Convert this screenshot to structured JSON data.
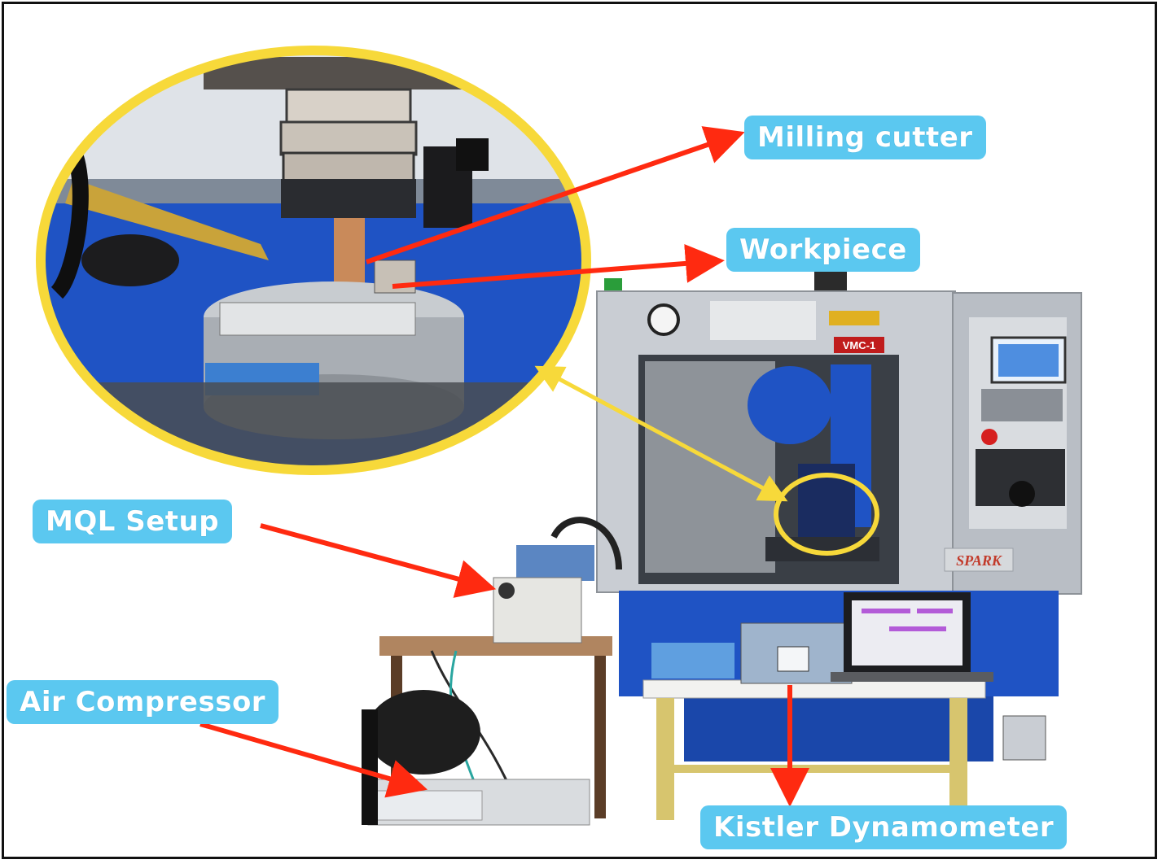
{
  "callouts": {
    "milling_cutter": "Milling cutter",
    "workpiece": "Workpiece",
    "mql_setup": "MQL Setup",
    "air_compressor": "Air Compressor",
    "kistler_dynamometer": "Kistler Dynamometer"
  },
  "machine": {
    "model_badge": "VMC-1",
    "brand_plate": "SPARK"
  },
  "colors": {
    "label_bg": "#5bc8f0",
    "arrow_red": "#ff2a10",
    "zoom_ring": "#f7d93a",
    "machine_blue": "#1f53c4",
    "machine_gray": "#c9cdd3"
  }
}
